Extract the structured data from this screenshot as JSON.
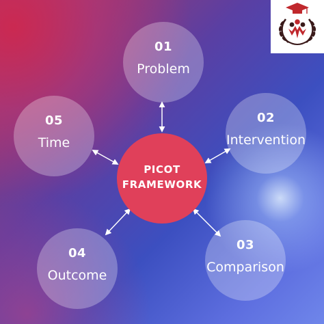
{
  "center": {
    "line1": "PICOT",
    "line2": "FRAMEWORK"
  },
  "nodes": [
    {
      "number": "01",
      "label": "Problem"
    },
    {
      "number": "02",
      "label": "Intervention"
    },
    {
      "number": "03",
      "label": "Comparison"
    },
    {
      "number": "04",
      "label": "Outcome"
    },
    {
      "number": "05",
      "label": "Time"
    }
  ],
  "colors": {
    "center_fill": "#e0405a",
    "node_fill": "rgba(255,255,255,0.28)",
    "connector": "#ffffff",
    "logo_red": "#c0282d",
    "logo_dark": "#3a1a1a"
  },
  "icons": {
    "logo": "graduation-cap-laurel-logo"
  }
}
